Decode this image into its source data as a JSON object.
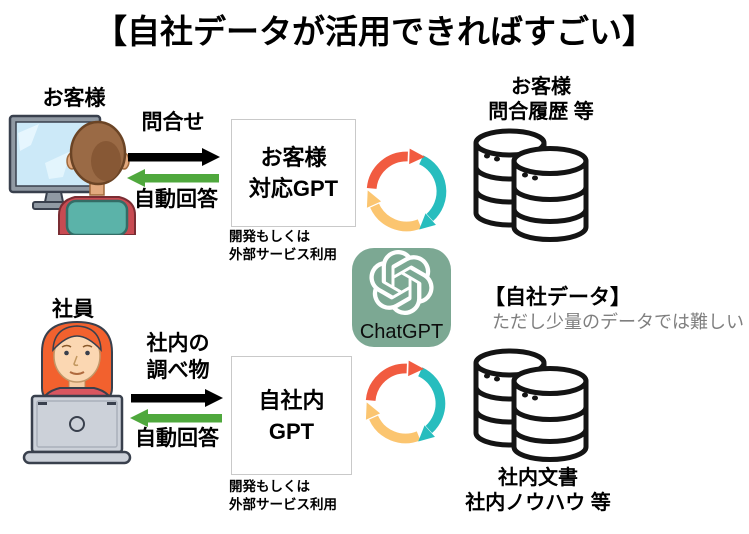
{
  "title": "【自社データが活用できればすごい】",
  "customer_flow": {
    "actor_label": "お客様",
    "request_label": "問合せ",
    "response_label": "自動回答",
    "gpt_box": {
      "line1": "お客様",
      "line2": "対応GPT"
    },
    "note": {
      "line1": "開発もしくは",
      "line2": "外部サービス利用"
    },
    "datastore": {
      "line1": "お客様",
      "line2": "問合履歴 等"
    }
  },
  "employee_flow": {
    "actor_label": "社員",
    "request_label": {
      "line1": "社内の",
      "line2": "調べ物"
    },
    "response_label": "自動回答",
    "gpt_box": {
      "line1": "自社内",
      "line2": "GPT"
    },
    "note": {
      "line1": "開発もしくは",
      "line2": "外部サービス利用"
    },
    "datastore": {
      "line1": "社内文書",
      "line2": "社内ノウハウ 等"
    }
  },
  "center": {
    "chatgpt_label": "ChatGPT",
    "company_data_heading": "【自社データ】",
    "company_data_caveat": "ただし少量のデータでは難しい"
  },
  "colors": {
    "request_arrow": "#000000",
    "response_arrow": "#4fa83d",
    "chatgpt_tile_bg": "#7ca893",
    "sync_red": "#f15b40",
    "sync_teal": "#27bdbe",
    "sync_yellow": "#fbc570",
    "caveat_text": "#7f7f7f",
    "box_border": "#c9c9c9"
  }
}
